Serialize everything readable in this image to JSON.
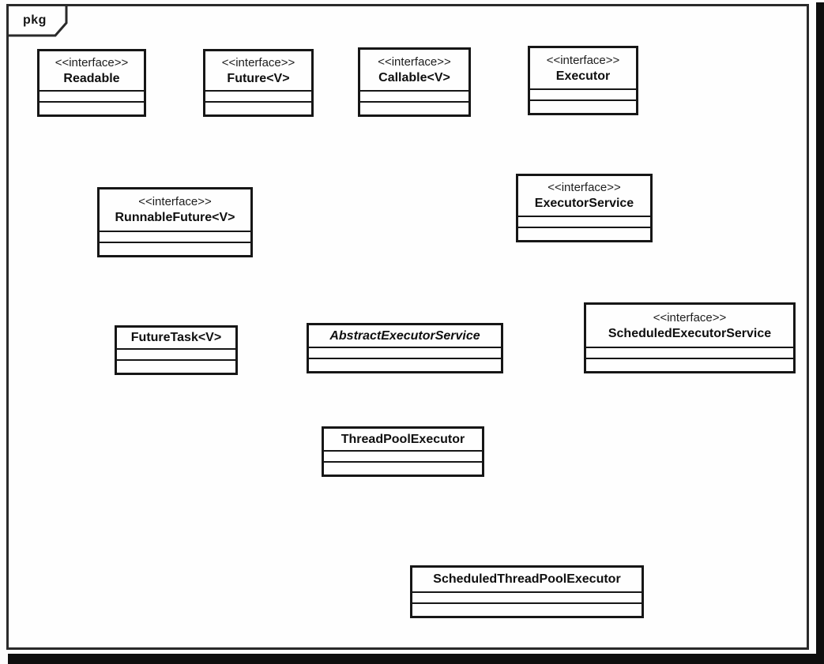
{
  "frame": {
    "label": "pkg"
  },
  "classes": [
    {
      "stereotype": "<<interface>>",
      "name": "Readable"
    },
    {
      "stereotype": "<<interface>>",
      "name": "Future<V>"
    },
    {
      "stereotype": "<<interface>>",
      "name": "Callable<V>"
    },
    {
      "stereotype": "<<interface>>",
      "name": "Executor"
    },
    {
      "stereotype": "<<interface>>",
      "name": "ExecutorService"
    },
    {
      "stereotype": "<<interface>>",
      "name": "RunnableFuture<V>"
    },
    {
      "name": "FutureTask<V>"
    },
    {
      "name": "AbstractExecutorService",
      "abstract": true
    },
    {
      "name": "ThreadPoolExecutor"
    },
    {
      "stereotype": "<<interface>>",
      "name": "ScheduledExecutorService"
    },
    {
      "name": "ScheduledThreadPoolExecutor"
    }
  ],
  "relations": [
    {
      "from": "RunnableFuture<V>",
      "to": "Readable",
      "type": "generalization",
      "line": "solid"
    },
    {
      "from": "RunnableFuture<V>",
      "to": "Future<V>",
      "type": "generalization",
      "line": "solid"
    },
    {
      "from": "FutureTask<V>",
      "to": "RunnableFuture<V>",
      "type": "realization",
      "line": "dashed"
    },
    {
      "from": "ExecutorService",
      "to": "Executor",
      "type": "generalization",
      "line": "solid"
    },
    {
      "from": "AbstractExecutorService",
      "to": "ExecutorService",
      "type": "realization",
      "line": "dashed"
    },
    {
      "from": "ScheduledExecutorService",
      "to": "ExecutorService",
      "type": "generalization",
      "line": "solid"
    },
    {
      "from": "ThreadPoolExecutor",
      "to": "AbstractExecutorService",
      "type": "generalization",
      "line": "solid"
    },
    {
      "from": "ScheduledThreadPoolExecutor",
      "to": "ThreadPoolExecutor",
      "type": "generalization",
      "line": "solid"
    },
    {
      "from": "ScheduledThreadPoolExecutor",
      "to": "ScheduledExecutorService",
      "type": "realization",
      "line": "dashed"
    }
  ],
  "colors": {
    "line": "#2a2a2a",
    "box_border": "#161616",
    "background": "#fefefe",
    "shadow": "#0e0e0e"
  }
}
